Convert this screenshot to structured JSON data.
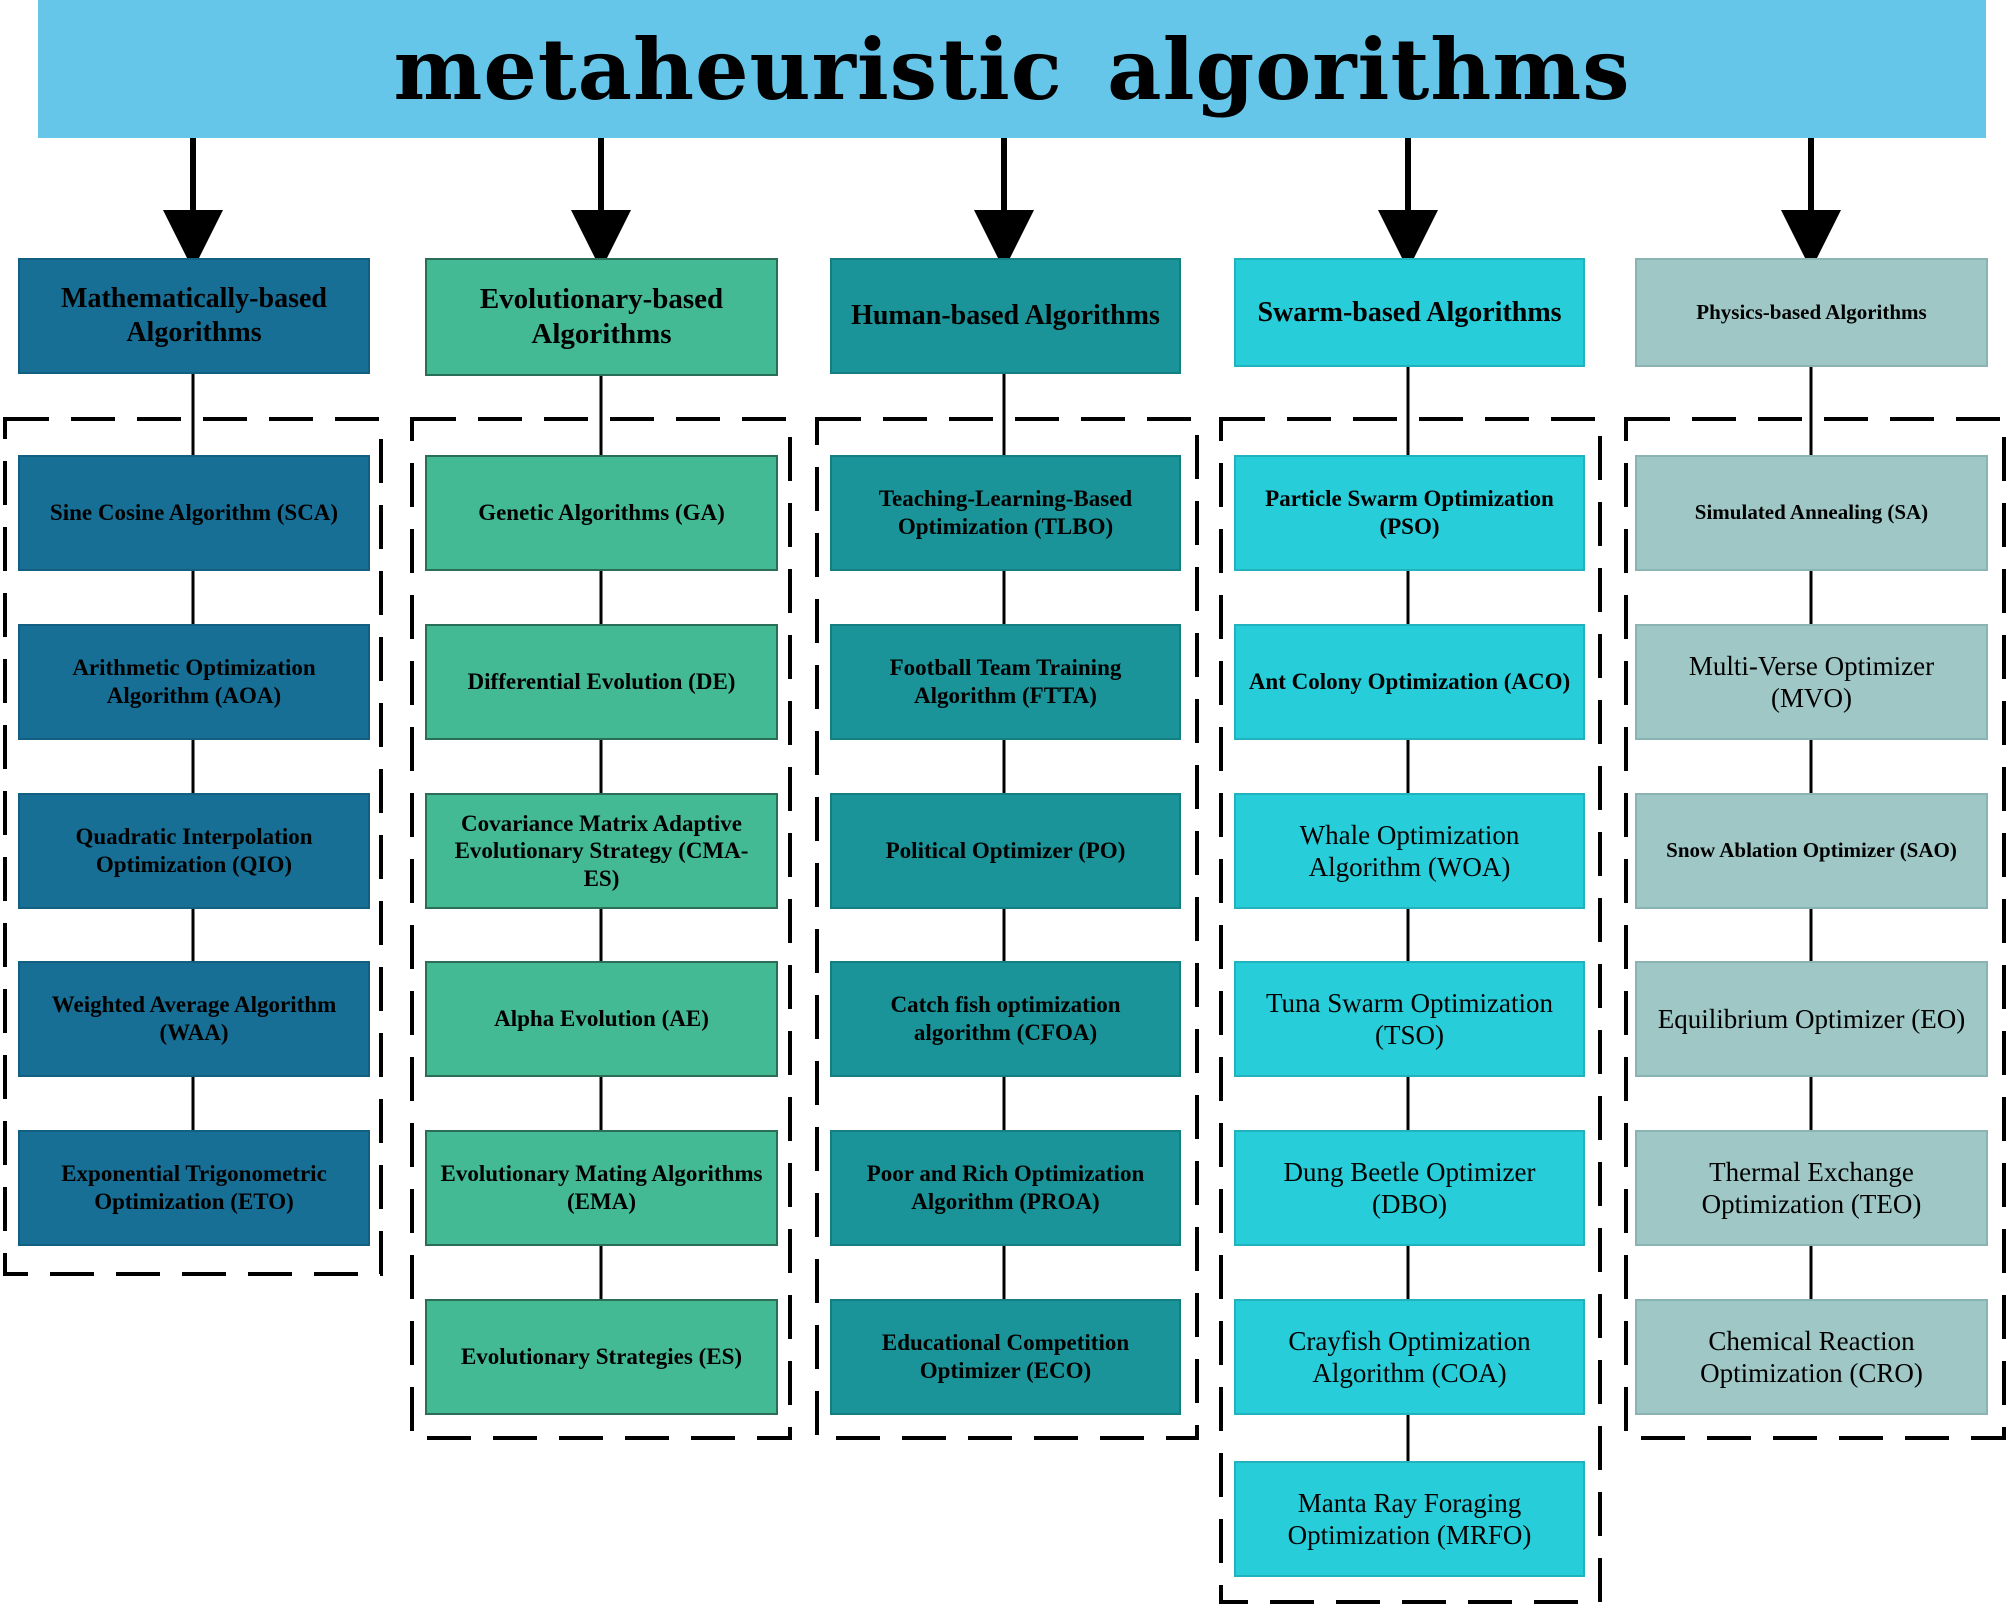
{
  "title": "metaheuristic algorithms",
  "colors": {
    "banner": "#66c6ea",
    "mathematical": "#176f96",
    "evolutionary": "#43b994",
    "human": "#1a9499",
    "swarm": "#27cdd8",
    "physics": "#9ec7c6"
  },
  "categories": [
    {
      "header": "Mathematically-based Algorithms",
      "items": [
        "Sine Cosine Algorithm (SCA)",
        "Arithmetic Optimization Algorithm (AOA)",
        "Quadratic Interpolation Optimization (QIO)",
        "Weighted Average Algorithm (WAA)",
        "Exponential Trigonometric Optimization (ETO)"
      ]
    },
    {
      "header": "Evolutionary-based Algorithms",
      "items": [
        "Genetic Algorithms (GA)",
        "Differential Evolution (DE)",
        "Covariance Matrix Adaptive Evolutionary Strategy (CMA-ES)",
        "Alpha Evolution (AE)",
        "Evolutionary Mating Algorithms (EMA)",
        "Evolutionary Strategies (ES)"
      ]
    },
    {
      "header": "Human-based Algorithms",
      "items": [
        "Teaching-Learning-Based Optimization (TLBO)",
        "Football Team Training Algorithm (FTTA)",
        "Political Optimizer (PO)",
        "Catch fish optimization algorithm (CFOA)",
        "Poor and Rich Optimization Algorithm (PROA)",
        "Educational Competition Optimizer (ECO)"
      ]
    },
    {
      "header": "Swarm-based Algorithms",
      "items": [
        "Particle Swarm Optimization (PSO)",
        "Ant Colony Optimization (ACO)",
        "Whale Optimization Algorithm (WOA)",
        "Tuna Swarm Optimization (TSO)",
        "Dung Beetle Optimizer (DBO)",
        "Crayfish Optimization Algorithm (COA)",
        "Manta Ray Foraging Optimization (MRFO)"
      ]
    },
    {
      "header": "Physics-based Algorithms",
      "items": [
        "Simulated Annealing (SA)",
        "Multi-Verse Optimizer (MVO)",
        "Snow Ablation Optimizer (SAO)",
        "Equilibrium Optimizer (EO)",
        "Thermal Exchange Optimization (TEO)",
        "Chemical Reaction Optimization (CRO)"
      ]
    }
  ]
}
